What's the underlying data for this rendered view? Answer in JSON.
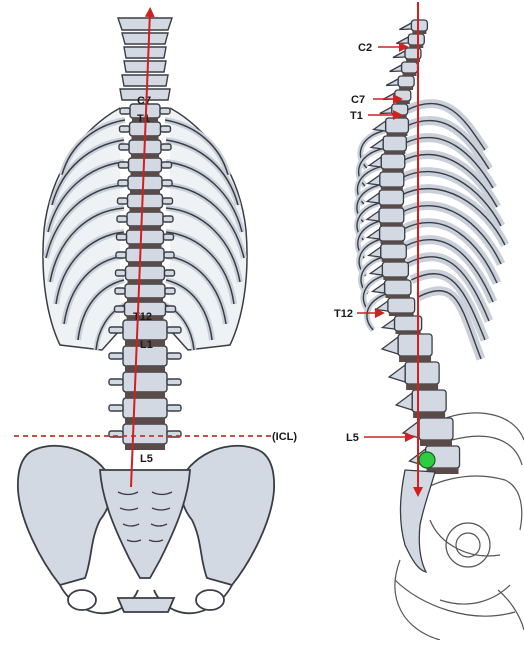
{
  "labels": {
    "front": {
      "c7": "C7",
      "t1": "T1",
      "t12": "T12",
      "l1": "L1",
      "l5": "L5"
    },
    "icl": "(ICL)",
    "side": {
      "c2": "C2",
      "c7": "C7",
      "t1": "T1",
      "t12": "T12",
      "l5": "L5"
    }
  },
  "colors": {
    "bone": "#d2d9e2",
    "bone_outline": "#3a3d44",
    "disc": "#5a4a48",
    "plumb_line": "#d02020",
    "icl_line": "#c0392b",
    "landmark_dot": "#2ecc40"
  }
}
